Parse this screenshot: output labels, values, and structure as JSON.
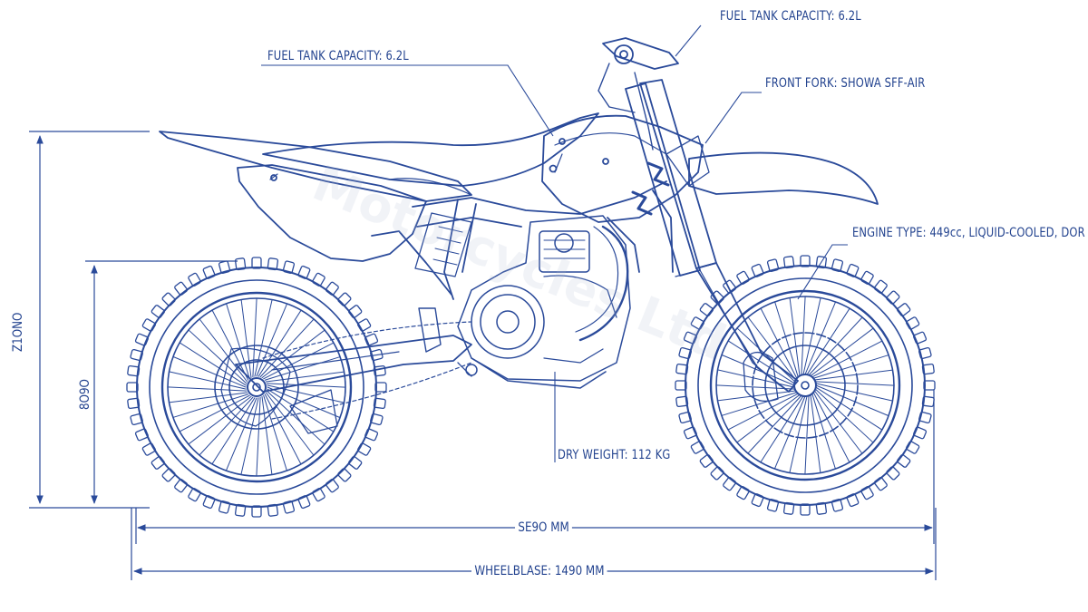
{
  "colors": {
    "ink": "#23438f",
    "line": "#2a4a9a"
  },
  "watermark": "Motorcycles Ltd",
  "annotations": {
    "fuel_top": "FUEL TANK CAPACITY: 6.2L",
    "fuel_left": "FUEL TANK CAPACITY: 6.2L",
    "front_fork": "FRONT FORK: SHOWA SFF-AIR",
    "engine_type": "ENGINE TYPE: 449cc, LIQUID-COOLED, DOR",
    "dry_weight": "DRY WEIGHT: 112 KG"
  },
  "dimensions": {
    "overall_height": "Z1ONO",
    "seat_height": "8O9O",
    "overall_length": "SE9O MM",
    "wheelbase": "WHEELBLASE: 1490 MM"
  }
}
